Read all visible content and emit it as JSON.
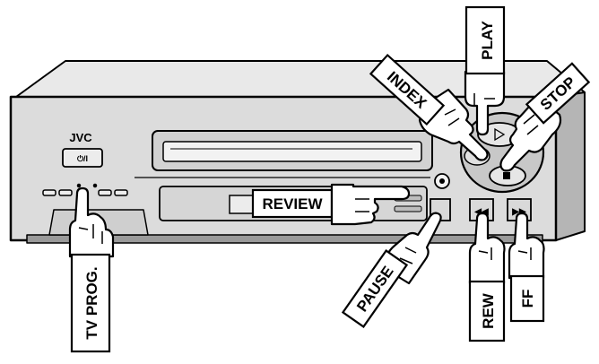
{
  "device": {
    "brand": "JVC",
    "power_symbol": "⏻/I"
  },
  "labels": {
    "play": "PLAY",
    "index": "INDEX",
    "stop": "STOP",
    "review": "REVIEW",
    "pause": "PAUSE",
    "rew": "REW",
    "ff": "FF",
    "tv_prog": "TV PROG."
  },
  "colors": {
    "ink": "#000000",
    "body": "#d8d8d8",
    "body_dark": "#9a9a9a",
    "paper": "#ffffff"
  }
}
